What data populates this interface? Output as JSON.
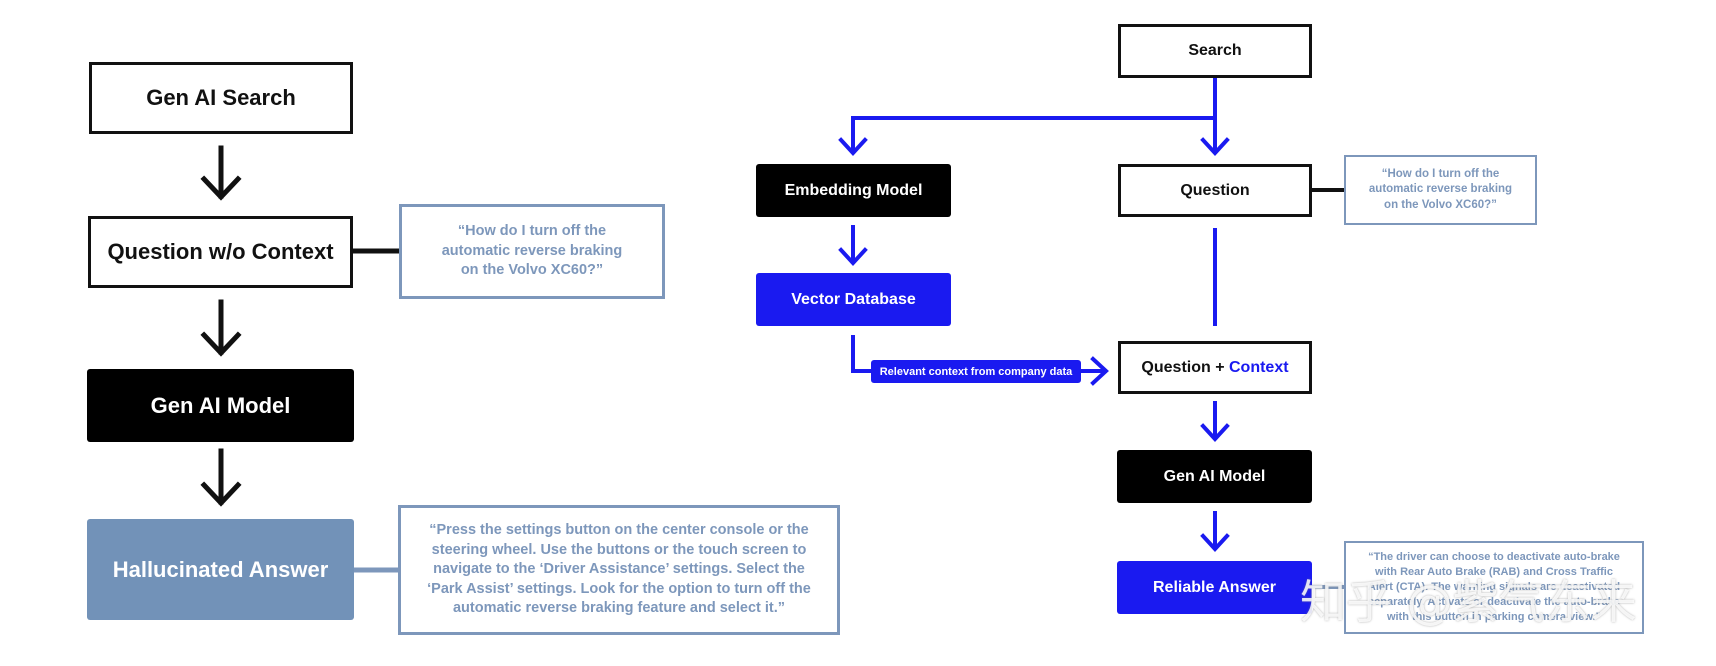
{
  "left": {
    "gen_ai_search": "Gen AI Search",
    "question_no_context": "Question w/o Context",
    "gen_ai_model": "Gen AI Model",
    "hallucinated_answer": "Hallucinated Answer",
    "question_note": "“How do I turn off the automatic reverse braking on the Volvo XC60?”",
    "answer_note": "“Press the settings button on the center console or the steering wheel. Use the buttons or the touch screen to navigate to the ‘Driver Assistance’ settings. Select the ‘Park Assist’ settings. Look for the option to turn off the automatic reverse braking feature and select it.”"
  },
  "right": {
    "search": "Search",
    "embedding_model": "Embedding Model",
    "vector_database": "Vector Database",
    "relevant_context": "Relevant context from company data",
    "question": "Question",
    "question_plus": "Question + ",
    "context_word": "Context",
    "gen_ai_model": "Gen AI Model",
    "reliable_answer": "Reliable Answer",
    "question_note": "“How do I turn off the automatic reverse braking on the Volvo XC60?”",
    "answer_note": "“The driver can choose to deactivate auto-brake with Rear Auto Brake (RAB) and Cross Traffic Alert (CTA). The warning signals are deactivated separately. Activate or deactivate the auto-brake with this button in parking camera view.”"
  },
  "watermark": "知乎 @紫气东来",
  "colors": {
    "black": "#111111",
    "blue": "#1a1af0",
    "grey": "#7292b8",
    "note": "#7d97bb"
  }
}
